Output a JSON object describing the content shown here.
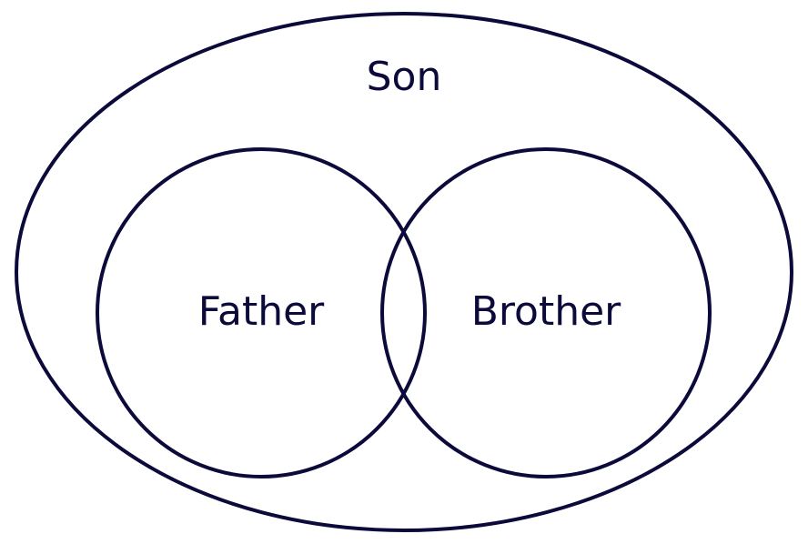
{
  "diagram": {
    "type": "venn",
    "stroke_color": "#0b0a3a",
    "text_color": "#0b0a3a",
    "sets": {
      "outer": {
        "label": "Son"
      },
      "left": {
        "label": "Father"
      },
      "right": {
        "label": "Brother"
      }
    }
  }
}
